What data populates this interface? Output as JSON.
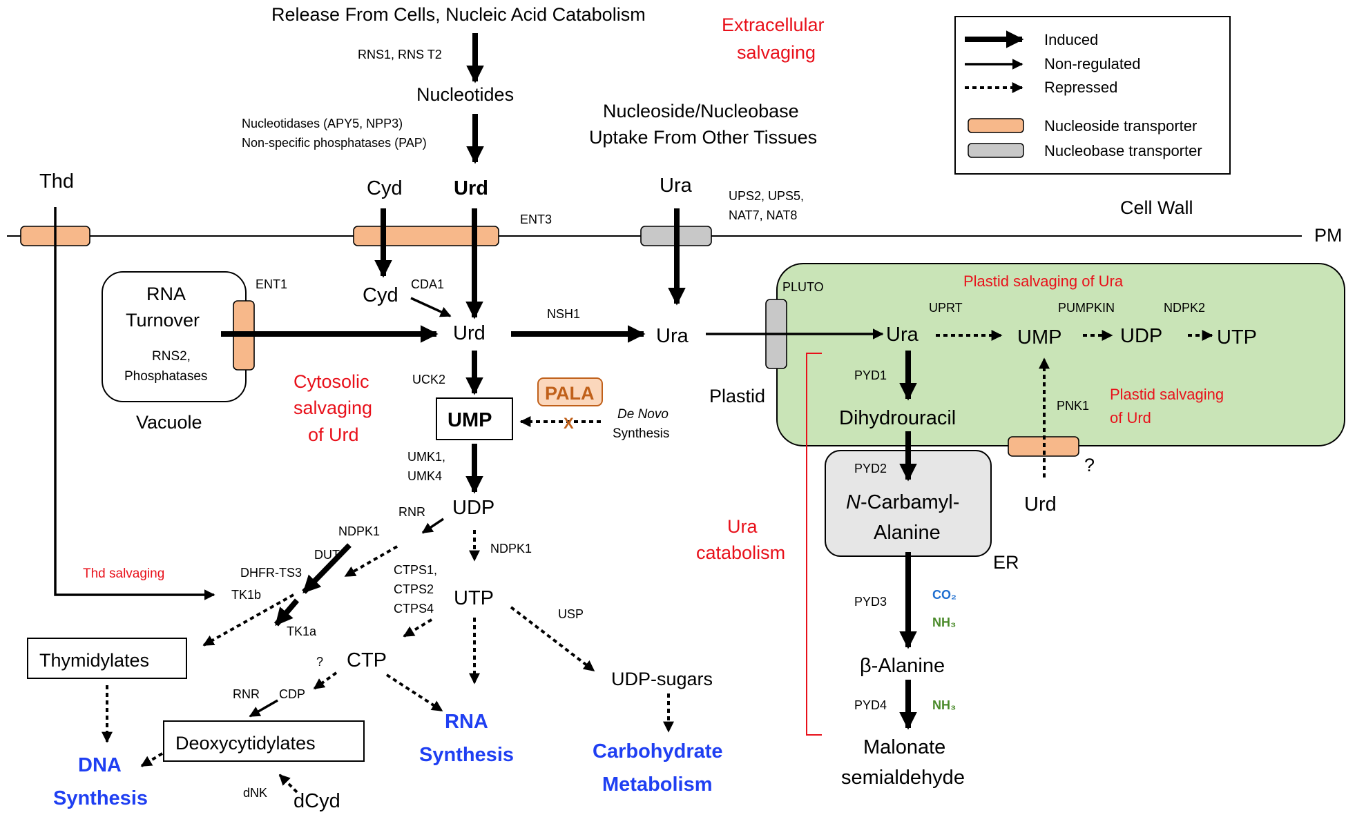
{
  "diagram": {
    "top_source": "Release From Cells, Nucleic Acid Catabolism",
    "rns_enzymes": "RNS1, RNS T2",
    "nucleotides": "Nucleotides",
    "nucleotidases_line1": "Nucleotidases (APY5, NPP3)",
    "nucleotidases_line2": "Non-specific phosphatases (PAP)",
    "extracellular_line1": "Extracellular",
    "extracellular_line2": "salvaging",
    "uptake_line1": "Nucleoside/Nucleobase",
    "uptake_line2": "Uptake From Other Tissues",
    "thd": "Thd",
    "cyd_out": "Cyd",
    "urd_out": "Urd",
    "ura_out": "Ura",
    "ent3": "ENT3",
    "ups_line1": "UPS2, UPS5,",
    "ups_line2": "NAT7, NAT8",
    "cell_wall": "Cell Wall",
    "pm": "PM",
    "rna_line1": "RNA",
    "rna_line2": "Turnover",
    "rns2_line1": "RNS2,",
    "rns2_line2": "Phosphatases",
    "vacuole": "Vacuole",
    "ent1": "ENT1",
    "cyd_in": "Cyd",
    "cda1": "CDA1",
    "urd_in": "Urd",
    "nsh1": "NSH1",
    "ura_in": "Ura",
    "uck2": "UCK2",
    "cytosolic_line1": "Cytosolic",
    "cytosolic_line2": "salvaging",
    "cytosolic_line3": "of Urd",
    "pala": "PALA",
    "pala_x": "X",
    "de_novo_line1": "De Novo",
    "de_novo_line2": "Synthesis",
    "ump": "UMP",
    "umk_line1": "UMK1,",
    "umk_line2": "UMK4",
    "udp": "UDP",
    "rnr_top": "RNR",
    "ndpk1_left": "NDPK1",
    "dut": "DUT",
    "dhfr": "DHFR-TS3",
    "tk1b": "TK1b",
    "tk1a": "TK1a",
    "thd_salvaging": "Thd salvaging",
    "ndpk1_right": "NDPK1",
    "ctps_line1": "CTPS1,",
    "ctps_line2": "CTPS2",
    "ctps_line3": "CTPS4",
    "utp": "UTP",
    "usp": "USP",
    "ctp": "CTP",
    "question_ctp": "?",
    "rnr_bottom": "RNR",
    "cdp": "CDP",
    "thymidylates": "Thymidylates",
    "deoxycytidylates": "Deoxycytidylates",
    "dna_line1": "DNA",
    "dna_line2": "Synthesis",
    "rna_syn_line1": "RNA",
    "rna_syn_line2": "Synthesis",
    "udp_sugars": "UDP-sugars",
    "carb_line1": "Carbohydrate",
    "carb_line2": "Metabolism",
    "dnk": "dNK",
    "dcyd": "dCyd",
    "pluto": "PLUTO",
    "plastid_ura_title": "Plastid salvaging of Ura",
    "uprt": "UPRT",
    "pumpkin": "PUMPKIN",
    "ndpk2": "NDPK2",
    "ura_plastid": "Ura",
    "ump_plastid": "UMP",
    "udp_plastid": "UDP",
    "utp_plastid": "UTP",
    "plastid": "Plastid",
    "pyd1": "PYD1",
    "dihydrouracil": "Dihydrouracil",
    "pnk1": "PNK1",
    "plastid_urd_line1": "Plastid salvaging",
    "plastid_urd_line2": "of Urd",
    "question_urd": "?",
    "urd_plastid": "Urd",
    "pyd2": "PYD2",
    "ncarb_italic": "N",
    "ncarb_rest": "-Carbamyl-",
    "alanine_line2": "Alanine",
    "er": "ER",
    "ura_catab_line1": "Ura",
    "ura_catab_line2": "catabolism",
    "pyd3": "PYD3",
    "co2": "CO₂",
    "nh3_a": "NH₃",
    "beta_alanine": "β-Alanine",
    "pyd4": "PYD4",
    "nh3_b": "NH₃",
    "malonate_line1": "Malonate",
    "malonate_line2": "semialdehyde"
  },
  "legend": {
    "induced": "Induced",
    "non_regulated": "Non-regulated",
    "repressed": "Repressed",
    "nucleoside_transporter": "Nucleoside transporter",
    "nucleobase_transporter": "Nucleobase transporter"
  },
  "colors": {
    "nucleoside_transporter": "#f7b88a",
    "nucleobase_transporter": "#c8c8c8",
    "plastid_fill": "#c9e4b7",
    "er_fill": "#e6e6e6",
    "annotation_red": "#e8101a",
    "synthesis_blue": "#1f3ff2",
    "pala_fill": "#fbd7bc",
    "pala_stroke": "#c0601a"
  }
}
